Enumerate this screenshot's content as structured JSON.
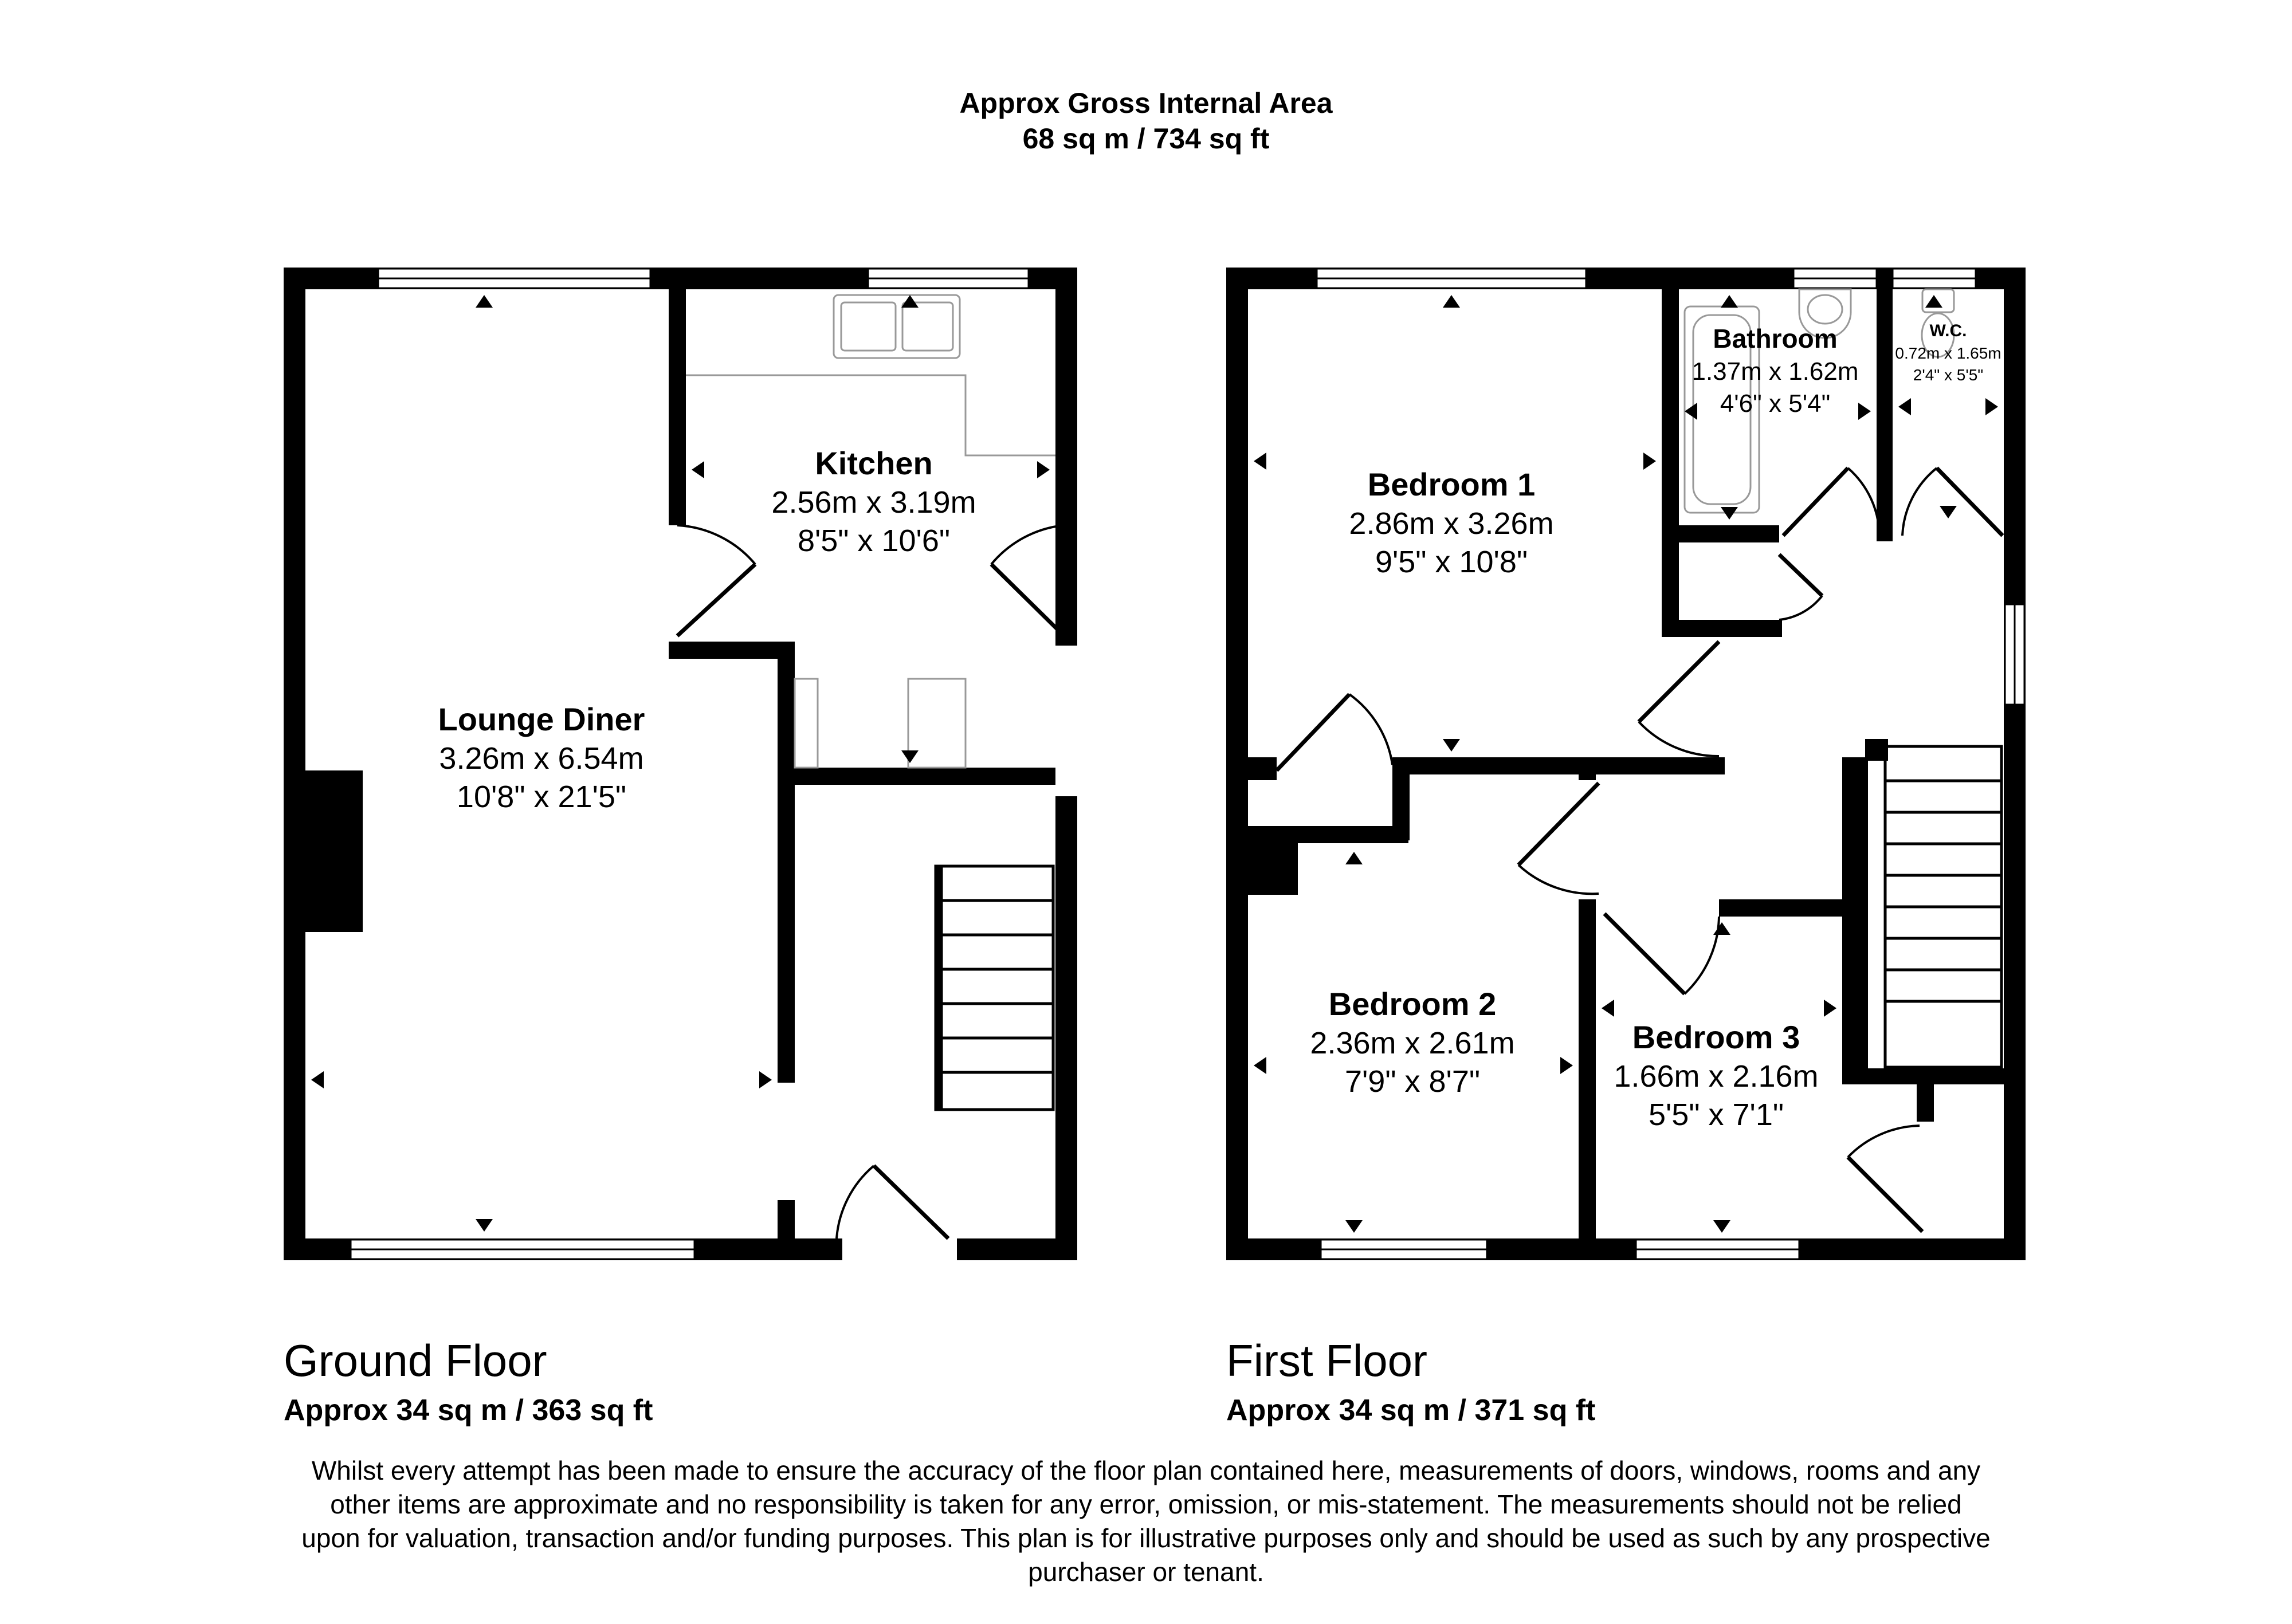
{
  "header": {
    "title": "Approx Gross Internal Area",
    "area": "68 sq m / 734 sq ft"
  },
  "floors": [
    {
      "name": "Ground Floor",
      "area": "Approx 34 sq m / 363 sq ft",
      "rooms": [
        {
          "name": "Kitchen",
          "metric": "2.56m x 3.19m",
          "imperial": "8'5\" x 10'6\""
        },
        {
          "name": "Lounge Diner",
          "metric": "3.26m x 6.54m",
          "imperial": "10'8\" x 21'5\""
        }
      ]
    },
    {
      "name": "First Floor",
      "area": "Approx 34 sq m / 371 sq ft",
      "rooms": [
        {
          "name": "Bedroom 1",
          "metric": "2.86m x 3.26m",
          "imperial": "9'5\" x 10'8\""
        },
        {
          "name": "Bathroom",
          "metric": "1.37m x 1.62m",
          "imperial": "4'6\" x 5'4\""
        },
        {
          "name": "W.C.",
          "metric": "0.72m x 1.65m",
          "imperial": "2'4\" x 5'5\""
        },
        {
          "name": "Bedroom 2",
          "metric": "2.36m x 2.61m",
          "imperial": "7'9\" x 8'7\""
        },
        {
          "name": "Bedroom 3",
          "metric": "1.66m x 2.16m",
          "imperial": "5'5\" x 7'1\""
        }
      ]
    }
  ],
  "disclaimer": "Whilst every attempt has been made to ensure the accuracy of the floor plan contained here, measurements of doors, windows, rooms and any other items are approximate and no responsibility is taken for any error, omission, or mis-statement. The measurements should not be relied upon for valuation, transaction and/or funding purposes. This plan is for illustrative purposes only and should be used as such by any prospective purchaser or tenant.",
  "colors": {
    "wall": "#000000",
    "background": "#ffffff",
    "fixture": "#999999"
  }
}
